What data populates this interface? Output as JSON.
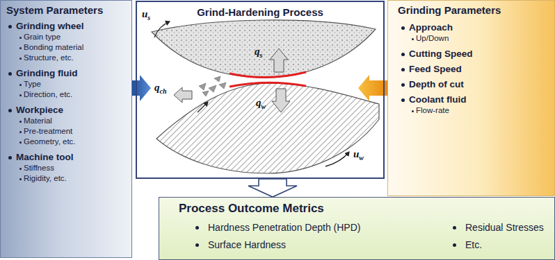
{
  "diagram": {
    "nodes": [
      {
        "text": [
          "System Parameters",
          "Grinding wheel",
          "Grain type",
          "Bonding material",
          "Structure, etc.",
          "Grinding fluid",
          "Type",
          "Direction, etc.",
          "Workpiece",
          "Material",
          "Pre-treatment",
          "Geometry, etc.",
          "Machine tool",
          "Stiffness",
          "Rigidity, etc."
        ]
      },
      {
        "text": [
          "Grind-Hardening Process"
        ]
      },
      {
        "text": [
          "Grinding Parameters",
          "Approach",
          "Up/Down",
          "Cutting Speed",
          "Feed Speed",
          "Depth of cut",
          "Coolant fluid",
          "Flow-rate"
        ]
      },
      {
        "text": [
          "Process Outcome Metrics",
          "Hardness Penetration Depth (HPD)",
          "Residual Stresses",
          "Surface Hardness",
          "Etc."
        ]
      }
    ],
    "edges": [
      {
        "from": 0,
        "to": 1,
        "arrow": "to"
      },
      {
        "from": 2,
        "to": 1,
        "arrow": "to"
      },
      {
        "from": 1,
        "to": 3,
        "arrow": "to"
      }
    ],
    "labels": [
      "us",
      "qch",
      "qs",
      "qw",
      "uw"
    ]
  }
}
